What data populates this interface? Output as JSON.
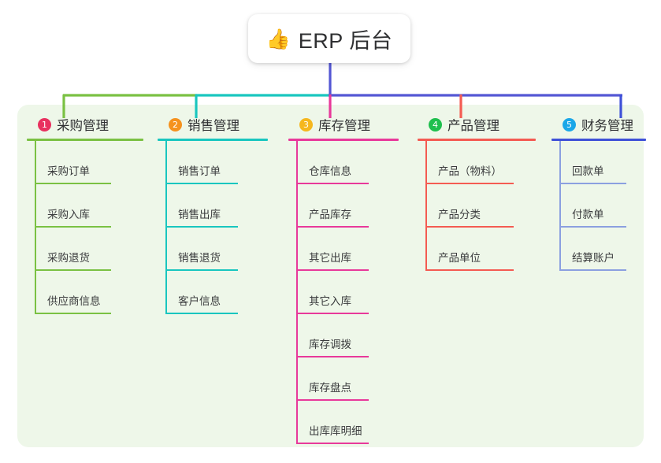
{
  "diagram": {
    "type": "mind-map",
    "root": {
      "icon": "thumbs-up-icon",
      "icon_glyph": "👍",
      "label": "ERP 后台"
    },
    "panel_color": "#eef7e9",
    "stem_color": "#5457d4",
    "branches": [
      {
        "number": "1",
        "label": "采购管理",
        "badge_color": "#e8315f",
        "line_color": "#7ac143",
        "items": [
          "采购订单",
          "采购入库",
          "采购退货",
          "供应商信息"
        ]
      },
      {
        "number": "2",
        "label": "销售管理",
        "badge_color": "#f5921e",
        "line_color": "#19c6bf",
        "items": [
          "销售订单",
          "销售出库",
          "销售退货",
          "客户信息"
        ]
      },
      {
        "number": "3",
        "label": "库存管理",
        "badge_color": "#f5b71e",
        "line_color": "#e8399a",
        "items": [
          "仓库信息",
          "产品库存",
          "其它出库",
          "其它入库",
          "库存调拨",
          "库存盘点",
          "出库库明细"
        ]
      },
      {
        "number": "4",
        "label": "产品管理",
        "badge_color": "#1fbf4e",
        "line_color": "#f45b52",
        "items": [
          "产品（物料）",
          "产品分类",
          "产品单位"
        ]
      },
      {
        "number": "5",
        "label": "财务管理",
        "badge_color": "#1ba7e8",
        "line_color": "#3f51d8",
        "leaf_line_color": "#8ba0e0",
        "items": [
          "回款单",
          "付款单",
          "结算账户"
        ]
      }
    ]
  }
}
